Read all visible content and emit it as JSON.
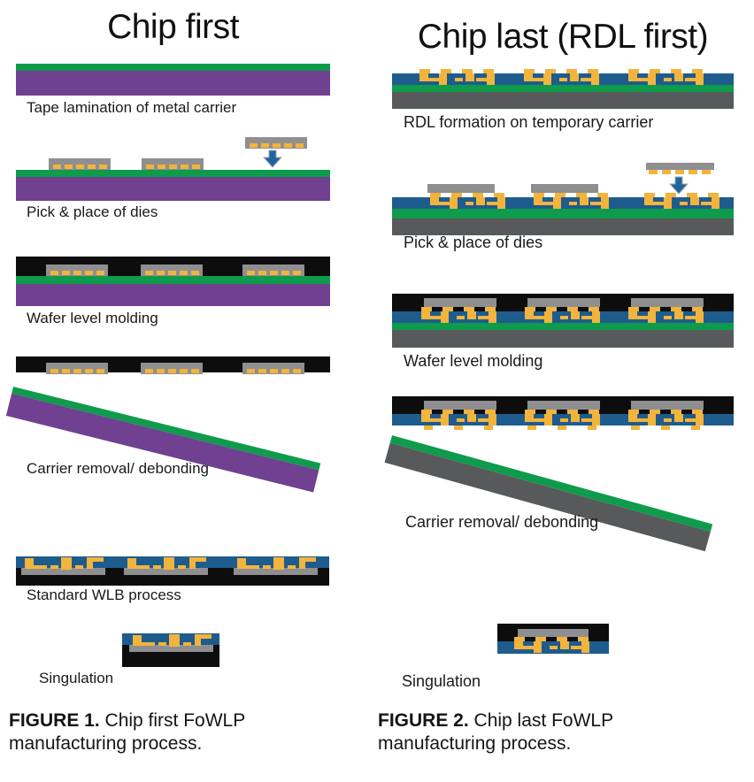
{
  "figure": {
    "left": {
      "title": "Chip first",
      "steps": [
        "Tape lamination of metal carrier",
        "Pick & place of dies",
        "Wafer level molding",
        "Carrier removal/ debonding",
        "Standard WLB process",
        "Singulation"
      ],
      "caption": {
        "label": "FIGURE 1.",
        "text": "Chip first FoWLP manufacturing process."
      }
    },
    "right": {
      "title": "Chip last (RDL first)",
      "steps": [
        "RDL formation on temporary carrier",
        "Pick & place of dies",
        "Wafer level molding",
        "Carrier removal/ debonding",
        "Singulation"
      ],
      "caption": {
        "label": "FIGURE 2.",
        "text": "Chip last FoWLP manufacturing process."
      }
    }
  },
  "icons": {
    "down_arrow": "arrow-down-icon"
  },
  "colors": {
    "background": "#FFFFFF",
    "text_black": "#1A1A1A",
    "tape_green": "#0E9B4C",
    "carrier_purple": "#6F4190",
    "carrier_gray": "#58595B",
    "die_gray": "#8F8F91",
    "bump_yellow": "#F2B43C",
    "rdl_blue": "#1E5C8E",
    "mold_black": "#0D0D0D",
    "arrow_blue": "#1F64A0"
  }
}
